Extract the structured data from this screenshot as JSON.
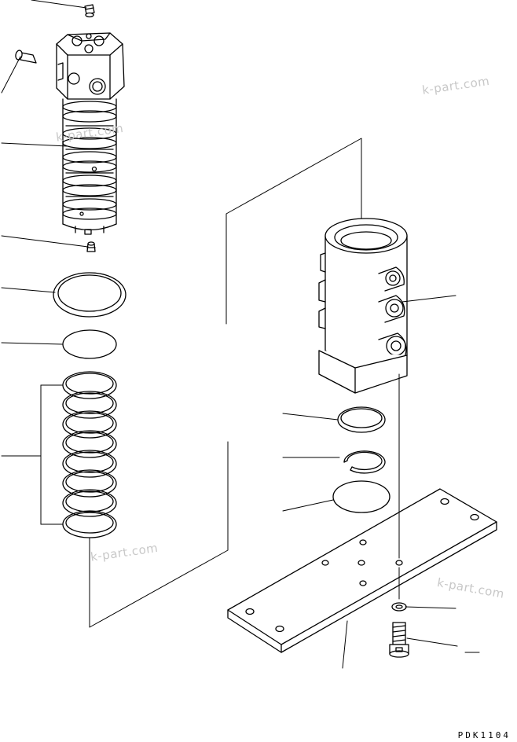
{
  "diagram": {
    "drawing_code": "PDK1104",
    "watermarks": [
      "k-part.com",
      "k-part.com",
      "k-part.com",
      "k-part.com"
    ]
  },
  "colors": {
    "line": "#000000",
    "watermark": "#c8c8c8",
    "background": "#ffffff"
  }
}
